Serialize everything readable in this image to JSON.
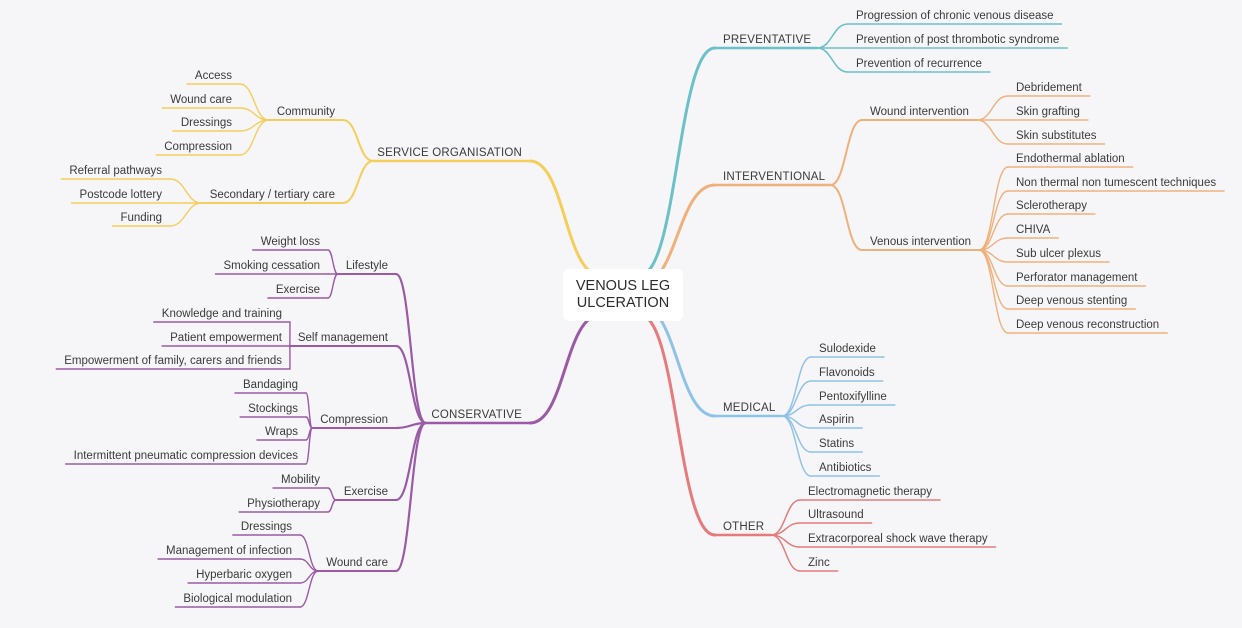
{
  "center": {
    "line1": "VENOUS LEG",
    "line2": "ULCERATION"
  },
  "branches": {
    "preventative": {
      "label": "PREVENTATIVE",
      "color": "#6cc0c7",
      "items": [
        "Progression of chronic venous disease",
        "Prevention of post thrombotic syndrome",
        "Prevention of recurrence"
      ]
    },
    "interventional": {
      "label": "INTERVENTIONAL",
      "color": "#f0b07a",
      "groups": [
        {
          "label": "Wound intervention",
          "items": [
            "Debridement",
            "Skin grafting",
            "Skin substitutes"
          ]
        },
        {
          "label": "Venous intervention",
          "items": [
            "Endothermal ablation",
            "Non thermal non tumescent techniques",
            "Sclerotherapy",
            "CHIVA",
            "Sub ulcer plexus",
            "Perforator management",
            "Deep venous stenting",
            "Deep venous reconstruction"
          ]
        }
      ]
    },
    "medical": {
      "label": "MEDICAL",
      "color": "#8fc3e6",
      "items": [
        "Sulodexide",
        "Flavonoids",
        "Pentoxifylline",
        "Aspirin",
        "Statins",
        "Antibiotics"
      ]
    },
    "other": {
      "label": "OTHER",
      "color": "#e57b7b",
      "items": [
        "Electromagnetic therapy",
        "Ultrasound",
        "Extracorporeal shock wave therapy",
        "Zinc"
      ]
    },
    "service": {
      "label": "SERVICE ORGANISATION",
      "color": "#f5cd5a",
      "groups": [
        {
          "label": "Community",
          "items": [
            "Access",
            "Wound care",
            "Dressings",
            "Compression"
          ]
        },
        {
          "label": "Secondary / tertiary care",
          "items": [
            "Referral pathways",
            "Postcode lottery",
            "Funding"
          ]
        }
      ]
    },
    "conservative": {
      "label": "CONSERVATIVE",
      "color": "#9a5aa6",
      "groups": [
        {
          "label": "Lifestyle",
          "items": [
            "Weight loss",
            "Smoking cessation",
            "Exercise"
          ]
        },
        {
          "label": "Self management",
          "items": [
            "Knowledge and training",
            "Patient empowerment",
            "Empowerment of family, carers and friends"
          ]
        },
        {
          "label": "Compression",
          "items": [
            "Bandaging",
            "Stockings",
            "Wraps",
            "Intermittent pneumatic compression devices"
          ]
        },
        {
          "label": "Exercise",
          "items": [
            "Mobility",
            "Physiotherapy"
          ]
        },
        {
          "label": "Wound care",
          "items": [
            "Dressings",
            "Management of infection",
            "Hyperbaric oxygen",
            "Biological modulation"
          ]
        }
      ]
    }
  }
}
